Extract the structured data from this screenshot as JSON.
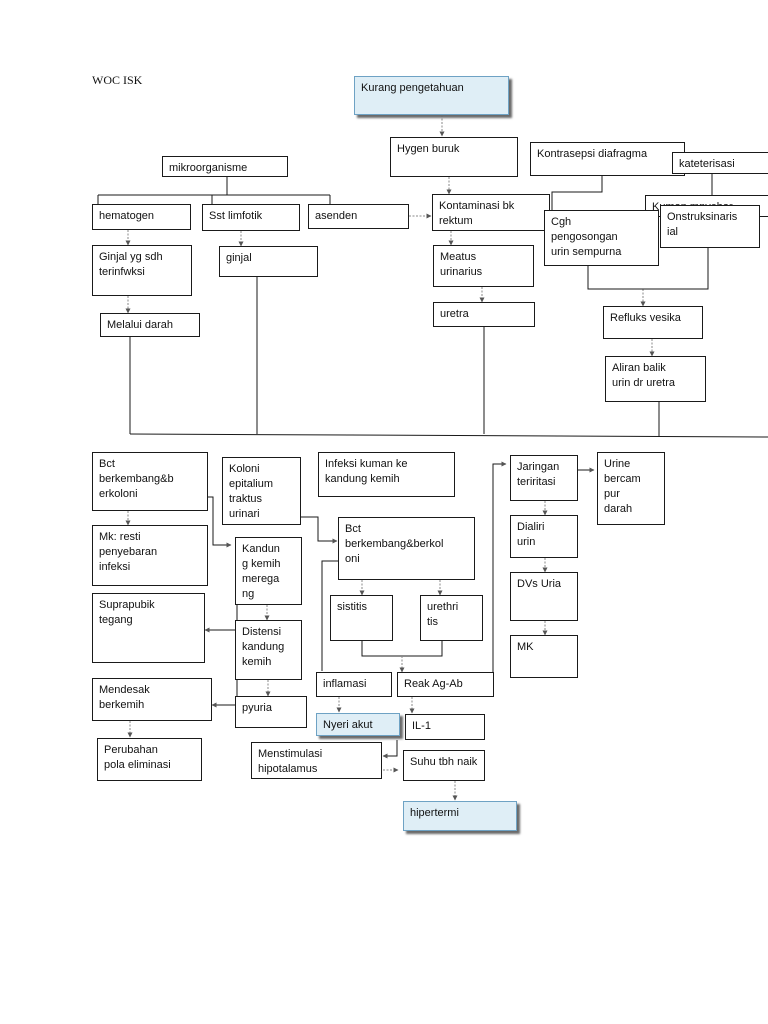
{
  "title": "WOC ISK",
  "nodes": {
    "kurang_pengetahuan": "Kurang pengetahuan",
    "hygen_buruk": "Hygen buruk",
    "kontrasepsi_diafragma": "Kontrasepsi diafragma",
    "kateterisasi": "kateterisasi",
    "mikroorganisme": "mikroorganisme",
    "hematogen": "hematogen",
    "sst_limfotik": "Sst limfotik",
    "asenden": "asenden",
    "kontaminasi": "Kontaminasi bk\nrektum",
    "kuman_mnyebar": "Kuman mnyebar",
    "cgh": "Cgh\npengosongan\nurin sempurna",
    "onstruksi": "Onstruksinaris\nial",
    "ginjal_terinfeksi": "Ginjal yg sdh\nterinfwksi",
    "ginjal": "ginjal",
    "meatus": "Meatus\nurinarius",
    "melalui_darah": "Melalui darah",
    "uretra": "uretra",
    "refluks": "Refluks vesika",
    "aliran_balik": "Aliran balik\nurin dr uretra",
    "bct_berkembang": "Bct\nberkembang&b\nerkoloni",
    "koloni": "Koloni\nepitalium\ntraktus\nurinari",
    "infeksi_kuman": "Infeksi kuman ke\nkandung kemih",
    "jaringan": "Jaringan\nteriritasi",
    "urine_darah": "Urine\nbercam\npur\ndarah",
    "mk_resti": "Mk: resti\npenyebaran\ninfeksi",
    "bct_berkoloni": "Bct\nberkembang&berkol\noni",
    "kandung_meregang": "Kandun\ng kemih\nmerega\nng",
    "dialiri": "Dialiri\nurin",
    "suprapubik": "Suprapubik\ntegang",
    "sistitis": "sistitis",
    "urethritis": "urethri\ntis",
    "disuria": "DVs Uria",
    "distensi": "Distensi\nkandung\nkemih",
    "mk": "MK",
    "inflamasi": "inflamasi",
    "reak_ag_ab": "Reak Ag-Ab",
    "mendesak": "Mendesak\nberkemih",
    "pyuria": "pyuria",
    "nyeri_akut": "Nyeri akut",
    "il1": "IL-1",
    "perubahan": "Perubahan\npola eliminasi",
    "menstimulasi": "Menstimulasi\nhipotalamus",
    "suhu": "Suhu tbh naik",
    "hipertermi": "hipertermi"
  },
  "colors": {
    "line": "#1a1a1a",
    "arrow": "#666666",
    "shaded_fill": "#dfeef6",
    "shaded_border": "#6ea2c4"
  }
}
